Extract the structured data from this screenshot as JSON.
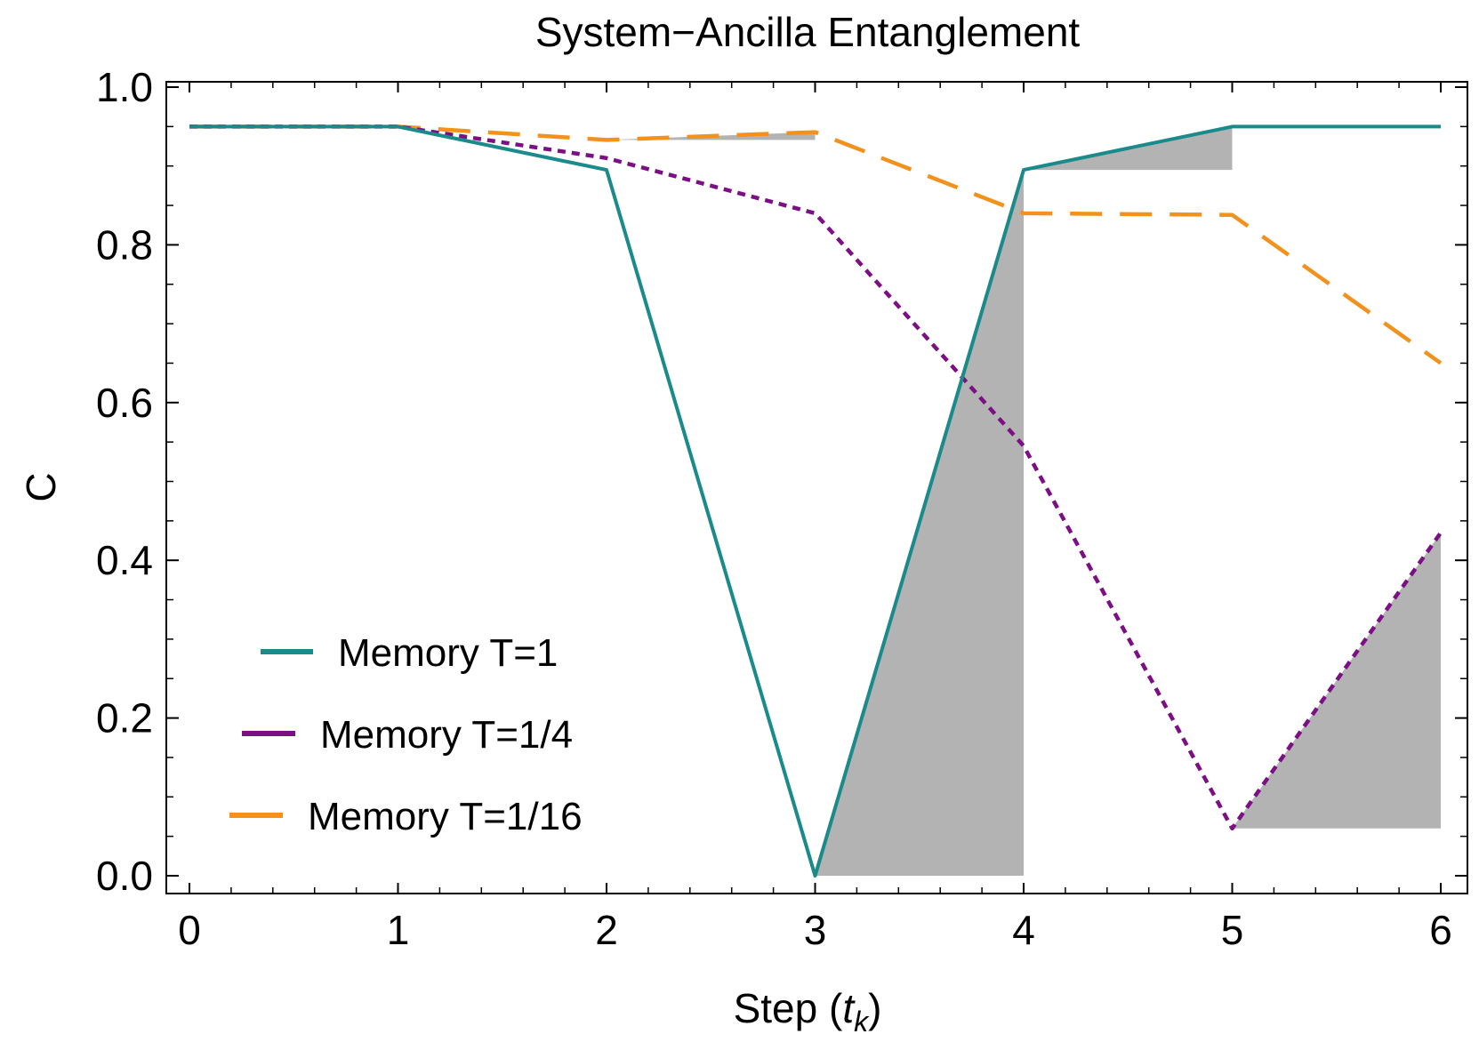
{
  "chart_data": {
    "type": "line",
    "title": "System−Ancilla Entanglement",
    "xlabel": "Step (",
    "xlabel_var": "t",
    "xlabel_sub": "k",
    "xlabel_close": ")",
    "ylabel": "C",
    "xlim": [
      0,
      6
    ],
    "ylim": [
      0,
      1
    ],
    "xticks": [
      "0",
      "1",
      "2",
      "3",
      "4",
      "5",
      "6"
    ],
    "yticks": [
      "0.0",
      "0.2",
      "0.4",
      "0.6",
      "0.8",
      "1.0"
    ],
    "grid": false,
    "legend_position": "bottom-left",
    "x": [
      0,
      1,
      2,
      3,
      4,
      5,
      6
    ],
    "series": [
      {
        "name": "Memory T=1",
        "color": "#1a8a8a",
        "dash": "solid",
        "values": [
          0.95,
          0.95,
          0.895,
          0.0,
          0.895,
          0.95,
          0.95
        ]
      },
      {
        "name": "Memory T=1/4",
        "color": "#7b0f83",
        "dash": "dotted",
        "values": [
          0.95,
          0.95,
          0.91,
          0.84,
          0.545,
          0.06,
          0.435
        ]
      },
      {
        "name": "Memory T=1/16",
        "color": "#f2921d",
        "dash": "dashed",
        "values": [
          0.95,
          0.95,
          0.933,
          0.943,
          0.84,
          0.838,
          0.65
        ]
      }
    ],
    "shaded_regions": [
      {
        "x": [
          2,
          3
        ],
        "y": [
          0.933,
          0.943
        ]
      },
      {
        "x": [
          3,
          4
        ],
        "y": [
          0.0,
          0.895
        ]
      },
      {
        "x": [
          4,
          5
        ],
        "y": [
          0.895,
          0.95
        ]
      },
      {
        "x": [
          5,
          6
        ],
        "y": [
          0.06,
          0.435
        ]
      }
    ],
    "shade_color": "#b3b3b3"
  }
}
